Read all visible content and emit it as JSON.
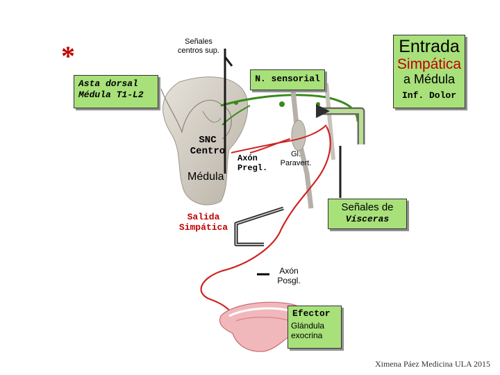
{
  "asterisk": "*",
  "labels": {
    "senales_centros": "Señales\ncentros sup.",
    "asta_dorsal": "Asta dorsal\nMédula T1-L2",
    "n_sensorial": "N. sensorial",
    "entrada_line1": "Entrada",
    "entrada_line2": "Simpática",
    "entrada_line3": "a Médula",
    "entrada_line4": "Inf. Dolor",
    "snc_centro": "SNC\nCentro",
    "medula": "Médula",
    "axon_pregl": "Axón\nPregl.",
    "gl_paravert": "Gl.\nParavert.",
    "senales_de": "Señales de",
    "visceras": "Vísceras",
    "salida_simpatica": "Salida\nSimpática",
    "axon_posgl": "Axón\nPosgl.",
    "efector": "Efector",
    "glandula": "Glándula\nexocrina",
    "credit": "Ximena Páez Medicina ULA 2015"
  },
  "colors": {
    "asta_box": "#a8e07a",
    "entrada_box": "#a8e07a",
    "n_sensorial_box": "#a8e07a",
    "visceras_box": "#a8e07a",
    "efector_box": "#a8e07a",
    "red_text": "#c00000",
    "sympathetic_red": "#d02020",
    "sensory_green": "#3a8a1a"
  }
}
